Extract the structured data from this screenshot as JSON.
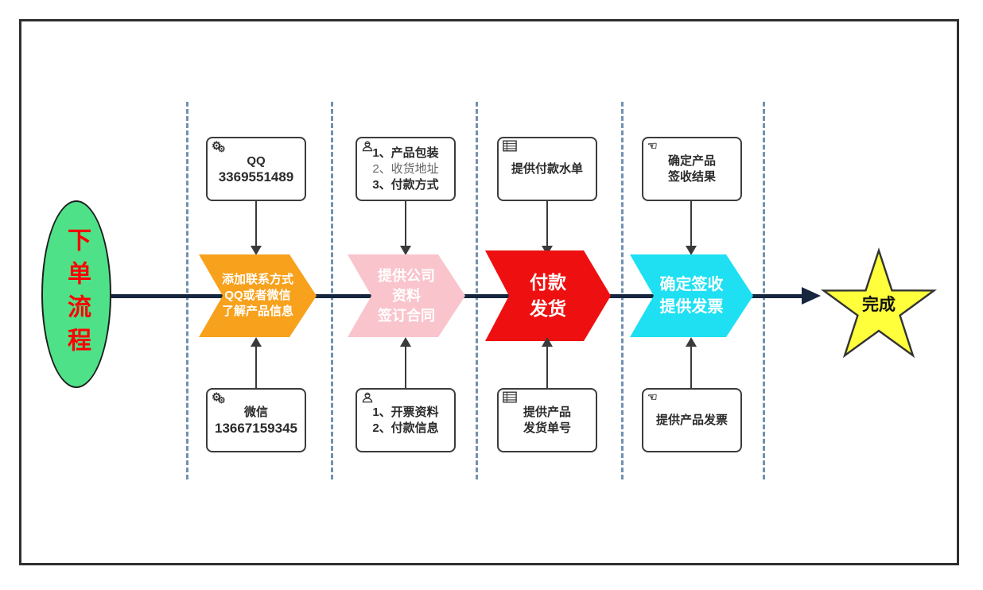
{
  "diagram": {
    "title": "下单流程",
    "finish_label": "完成",
    "colors": {
      "start": "#4ee188",
      "step1": "#f7a11c",
      "step2": "#f9c4cc",
      "step3": "#ee1010",
      "step4": "#1ee0f2",
      "finish": "#ffff3c",
      "flow_line": "#16263e",
      "divider": "#7191af",
      "title_text": "#ff0000"
    },
    "steps": [
      {
        "chevron_lines": [
          "添加联系方式",
          "QQ或者微信",
          "了解产品信息"
        ],
        "top_box": {
          "icon": "gears-icon",
          "lines": [
            "QQ",
            "3369551489"
          ]
        },
        "bottom_box": {
          "icon": "gears-icon",
          "lines": [
            "微信",
            "13667159345"
          ]
        }
      },
      {
        "chevron_lines": [
          "提供公司",
          "资料",
          "签订合同"
        ],
        "top_box": {
          "icon": "worker-icon",
          "lines": [
            "1、产品包装",
            "2、收货地址",
            "3、付款方式"
          ]
        },
        "bottom_box": {
          "icon": "worker-icon",
          "lines": [
            "1、开票资料",
            "2、付款信息"
          ]
        }
      },
      {
        "chevron_lines": [
          "付款",
          "发货"
        ],
        "top_box": {
          "icon": "table-icon",
          "lines": [
            "提供付款水单"
          ]
        },
        "bottom_box": {
          "icon": "table-icon",
          "lines": [
            "提供产品",
            "发货单号"
          ]
        }
      },
      {
        "chevron_lines": [
          "确定签收",
          "提供发票"
        ],
        "top_box": {
          "icon": "hand-icon",
          "lines": [
            "确定产品",
            "签收结果"
          ]
        },
        "bottom_box": {
          "icon": "hand-icon",
          "lines": [
            "提供产品发票"
          ]
        }
      }
    ]
  }
}
